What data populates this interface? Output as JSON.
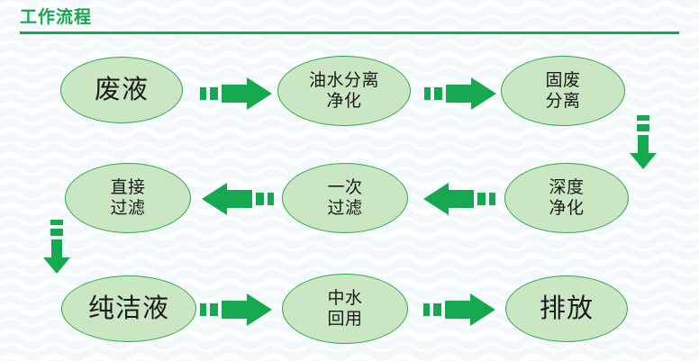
{
  "header": {
    "title": "工作流程",
    "title_color": "#17a74a",
    "rule_color": "#14a84c"
  },
  "theme": {
    "background_color": "#f2f8fb",
    "wave_color": "#ffffff",
    "node_fill": "#cbe6c3",
    "node_border": "#2fa84f",
    "arrow_color": "#16a84e",
    "text_color": "#1a1a1a"
  },
  "flow": {
    "nodes": [
      {
        "id": "waste-liquid",
        "label": "废液",
        "size": "big",
        "row": 1,
        "col": 1
      },
      {
        "id": "oil-water-separation",
        "label": "油水分离\n净化",
        "size": "small",
        "row": 1,
        "col": 2
      },
      {
        "id": "solid-waste-separation",
        "label": "固废\n分离",
        "size": "small",
        "row": 1,
        "col": 3
      },
      {
        "id": "direct-filtration",
        "label": "直接\n过滤",
        "size": "small",
        "row": 2,
        "col": 1
      },
      {
        "id": "primary-filtration",
        "label": "一次\n过滤",
        "size": "small",
        "row": 2,
        "col": 2
      },
      {
        "id": "deep-purification",
        "label": "深度\n净化",
        "size": "small",
        "row": 2,
        "col": 3
      },
      {
        "id": "pure-liquid",
        "label": "纯洁液",
        "size": "big",
        "row": 3,
        "col": 1
      },
      {
        "id": "reclaimed-water-reuse",
        "label": "中水\n回用",
        "size": "small",
        "row": 3,
        "col": 2
      },
      {
        "id": "discharge",
        "label": "排放",
        "size": "big",
        "row": 3,
        "col": 3
      }
    ],
    "connectors": [
      {
        "id": "waste-to-oilwater",
        "from": "waste-liquid",
        "to": "oil-water-separation",
        "direction": "right"
      },
      {
        "id": "oilwater-to-solidwaste",
        "from": "oil-water-separation",
        "to": "solid-waste-separation",
        "direction": "right"
      },
      {
        "id": "solidwaste-to-deep",
        "from": "solid-waste-separation",
        "to": "deep-purification",
        "direction": "down"
      },
      {
        "id": "deep-to-primary",
        "from": "deep-purification",
        "to": "primary-filtration",
        "direction": "left"
      },
      {
        "id": "primary-to-direct",
        "from": "primary-filtration",
        "to": "direct-filtration",
        "direction": "left"
      },
      {
        "id": "direct-to-pure",
        "from": "direct-filtration",
        "to": "pure-liquid",
        "direction": "down"
      },
      {
        "id": "pure-to-reuse",
        "from": "pure-liquid",
        "to": "reclaimed-water-reuse",
        "direction": "right"
      },
      {
        "id": "reuse-to-discharge",
        "from": "reclaimed-water-reuse",
        "to": "discharge",
        "direction": "right"
      }
    ]
  }
}
